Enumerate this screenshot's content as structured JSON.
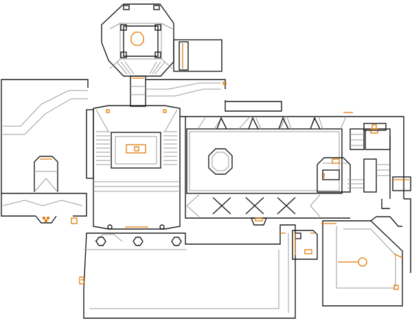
{
  "map": {
    "colors": {
      "background": "#ffffff",
      "wall": "#1a1a1a",
      "step_line": "#9a9a9a",
      "special_line": "#e07800"
    },
    "rooms": [
      {
        "id": "north-octagon-room",
        "pillar": "octagon"
      },
      {
        "id": "north-side-closet"
      },
      {
        "id": "west-wing"
      },
      {
        "id": "west-alcove"
      },
      {
        "id": "central-stair-hall",
        "pillar": "square-pedestal"
      },
      {
        "id": "long-east-hall",
        "pillar": "octagon"
      },
      {
        "id": "east-nook"
      },
      {
        "id": "lift-room"
      },
      {
        "id": "east-corridor"
      },
      {
        "id": "south-big-room"
      },
      {
        "id": "southeast-small-room"
      },
      {
        "id": "southeast-diagonal-room",
        "item": "key-switch"
      },
      {
        "id": "northeast-closet"
      }
    ]
  }
}
